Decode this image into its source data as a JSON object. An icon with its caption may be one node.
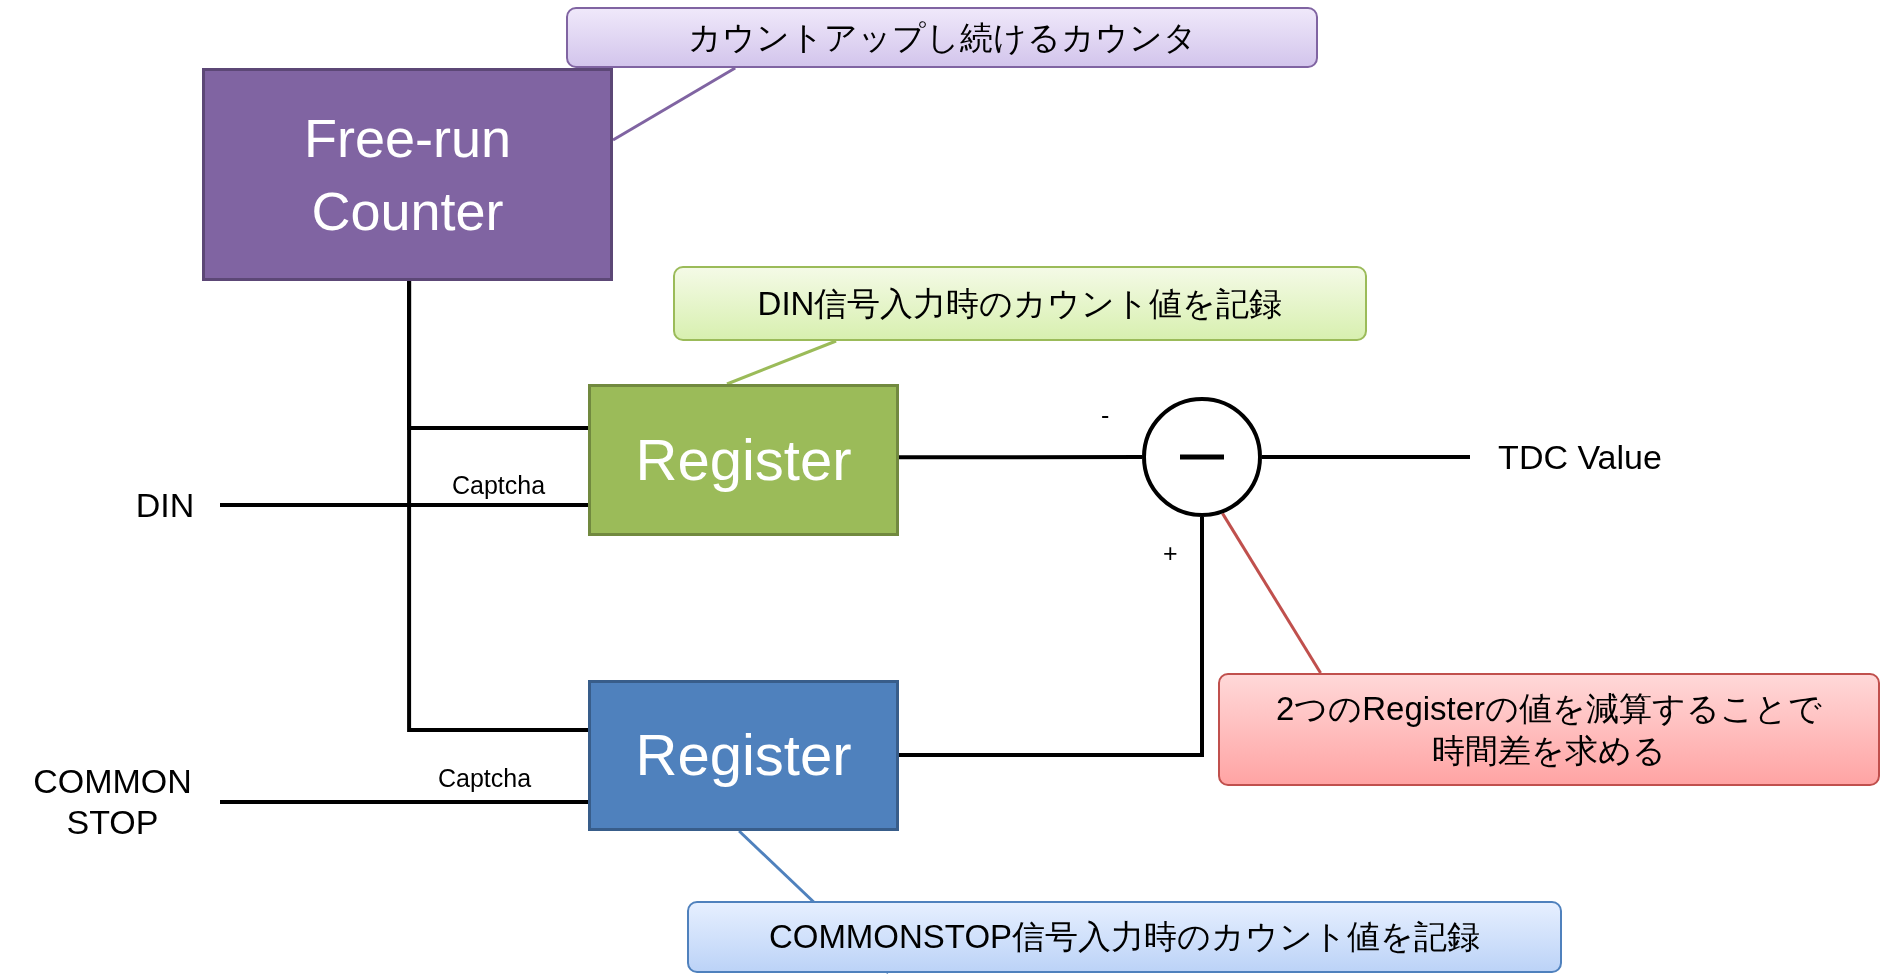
{
  "diagram": {
    "nodes": [
      {
        "text": [
          "カウントアップし続けるカウンタ"
        ]
      },
      {
        "text": [
          "Free-run Counter"
        ]
      },
      {
        "text": [
          "DIN信号入力時のカウント値を記録"
        ]
      },
      {
        "text": [
          "Register"
        ]
      },
      {
        "text": [],
        "shape": "circle"
      },
      {
        "text": [
          "TDC Value"
        ]
      },
      {
        "text": [
          "DIN"
        ]
      },
      {
        "text": [
          "Register"
        ]
      },
      {
        "text": [
          "COMMON STOP"
        ]
      },
      {
        "text": [
          "2つのRegisterの値を減算することで時間差を求める"
        ]
      },
      {
        "text": [
          "COMMONSTOP信号入力時のカウント値を記録"
        ]
      }
    ],
    "edges": [
      {
        "from": 1,
        "to": 3,
        "arrow": "none"
      },
      {
        "from": 1,
        "to": 7,
        "arrow": "none"
      },
      {
        "from": 6,
        "to": 3,
        "label": "Captcha",
        "arrow": "none"
      },
      {
        "from": 8,
        "to": 7,
        "label": "Captcha",
        "arrow": "none"
      },
      {
        "from": 3,
        "to": 4,
        "label": "-",
        "arrow": "none"
      },
      {
        "from": 7,
        "to": 4,
        "label": "+",
        "arrow": "none"
      },
      {
        "from": 4,
        "to": 5,
        "arrow": "none"
      },
      {
        "from": 0,
        "to": 1,
        "arrow": "none",
        "color": "#8064a2"
      },
      {
        "from": 2,
        "to": 3,
        "arrow": "none",
        "color": "#9bbb59"
      },
      {
        "from": 9,
        "to": 4,
        "arrow": "none",
        "color": "#c0504d"
      },
      {
        "from": 10,
        "to": 7,
        "arrow": "none",
        "color": "#4f81bd"
      }
    ]
  }
}
